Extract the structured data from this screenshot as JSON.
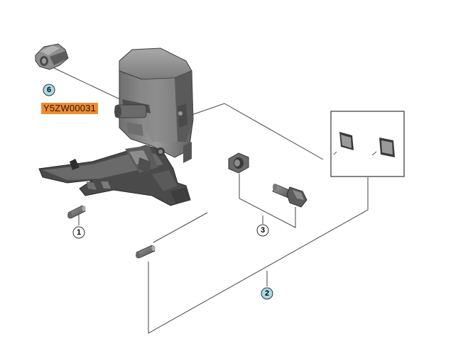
{
  "diagram": {
    "part_code_label": "Y5ZW00031",
    "callouts": [
      {
        "id": "1",
        "label": "1",
        "highlighted": false
      },
      {
        "id": "2",
        "label": "2",
        "highlighted": true
      },
      {
        "id": "3",
        "label": "3",
        "highlighted": false
      },
      {
        "id": "6",
        "label": "6",
        "highlighted": true
      }
    ],
    "colors": {
      "line": "#333333",
      "part_dark": "#555555",
      "part_mid": "#8a8a8a",
      "part_light": "#b8b8b8",
      "callout_highlight": "#a9dbe8",
      "callout_normal": "#ffffff",
      "part_code_bg": "#f28a2e"
    }
  }
}
